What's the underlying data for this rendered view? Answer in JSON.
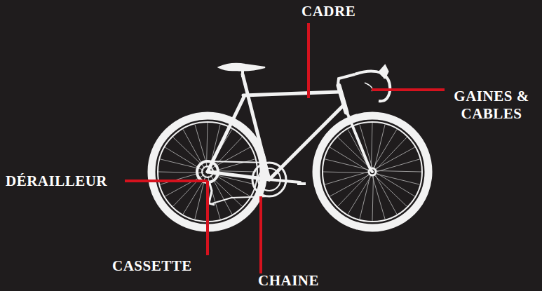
{
  "diagram": {
    "labels": [
      "CADRE",
      "GAINES & CABLES",
      "DÉRAILLEUR",
      "CASSETTE",
      "CHAINE"
    ]
  }
}
